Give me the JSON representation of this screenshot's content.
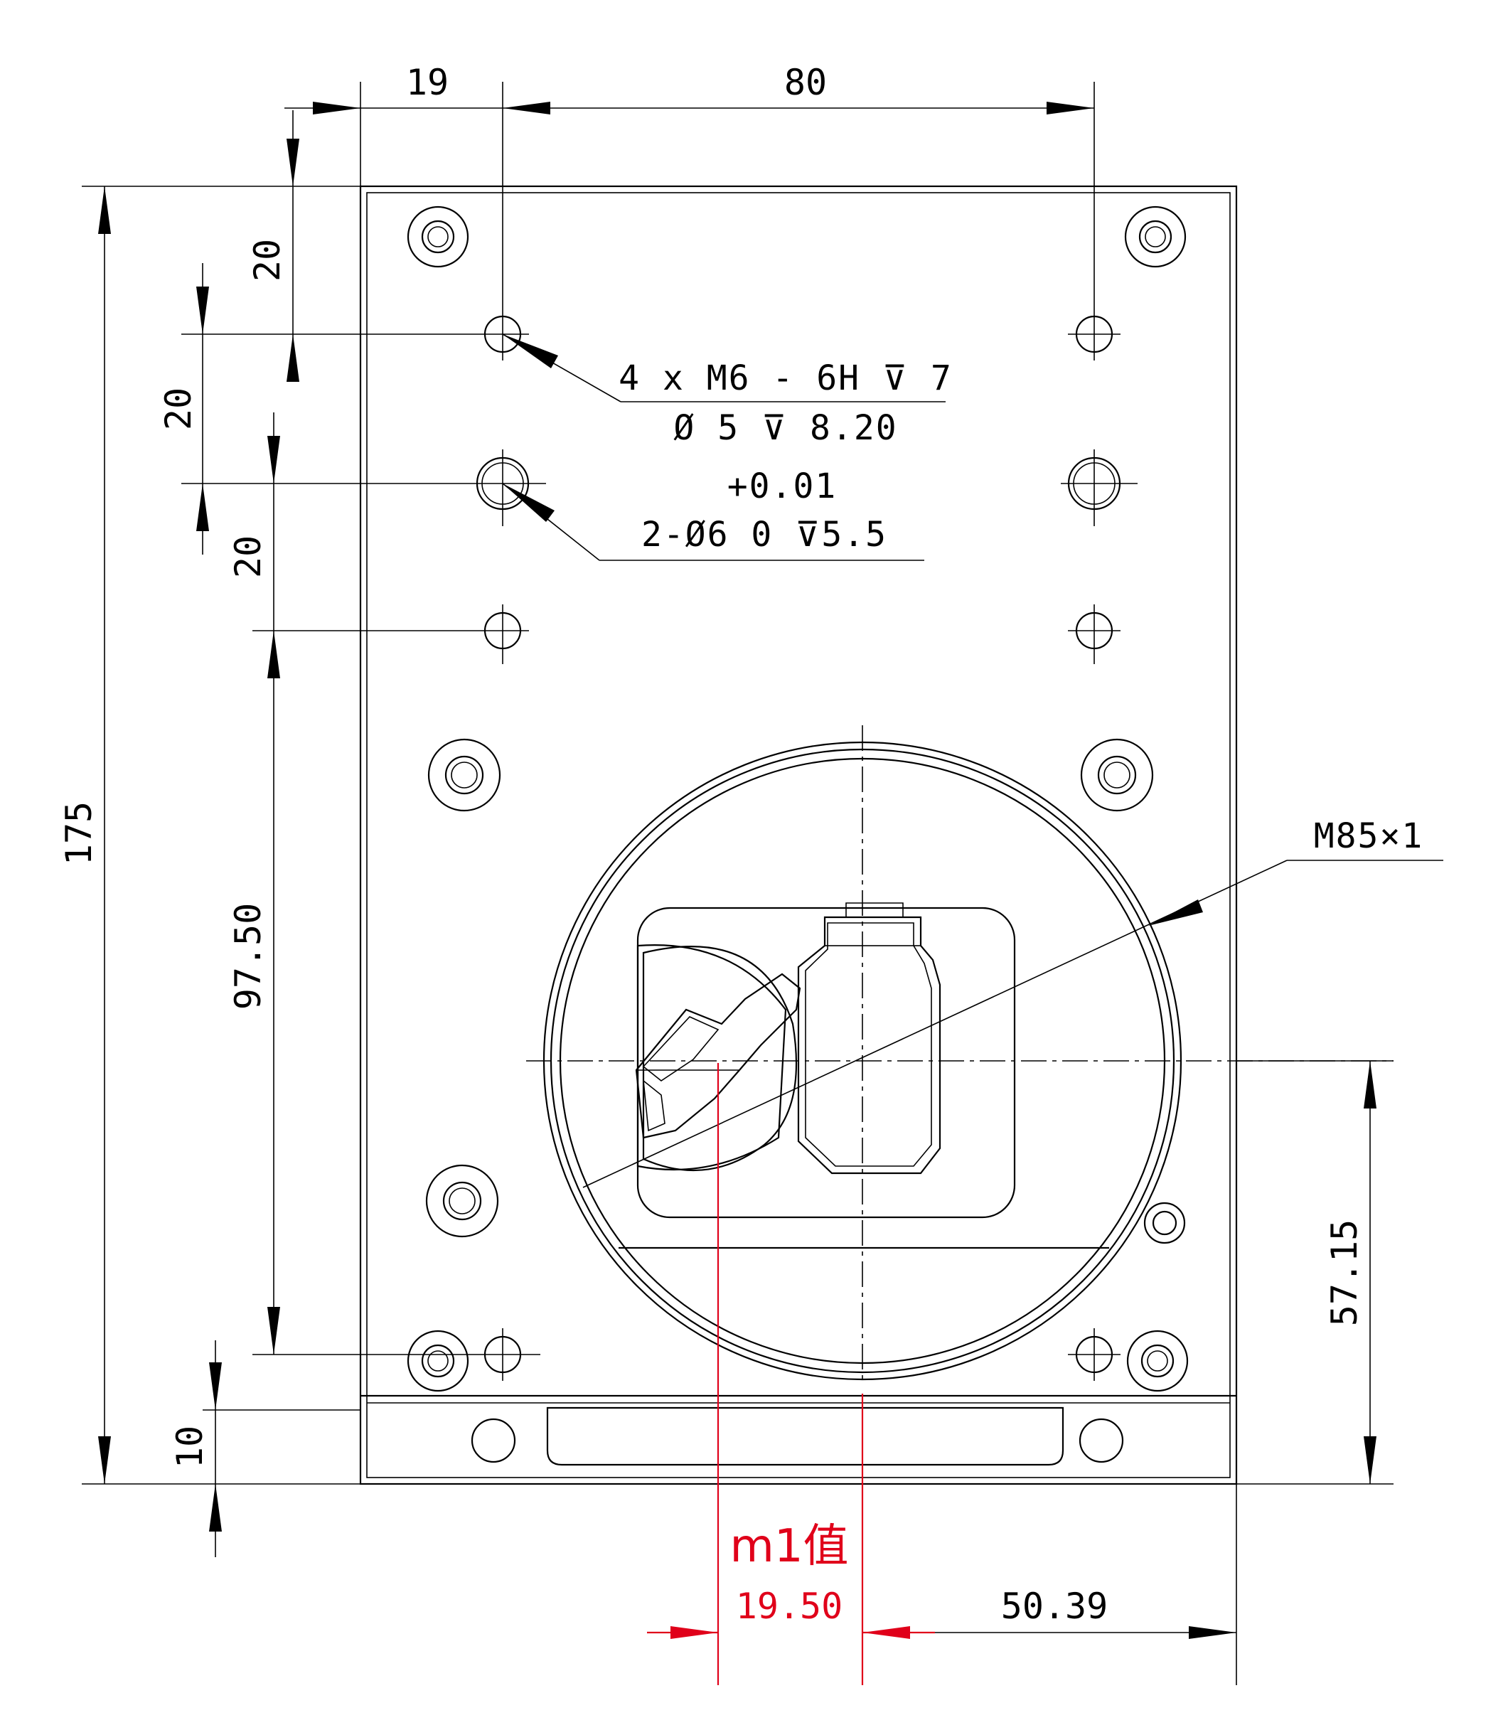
{
  "dimensions": {
    "top_left_offset": "19",
    "top_hole_spacing": "80",
    "height_total": "175",
    "upper_gap_1": "20",
    "upper_gap_2": "20",
    "upper_gap_3": "20",
    "left_hole_height": "97.50",
    "bottom_strip": "10",
    "center_height": "57.15",
    "right_offset": "50.39"
  },
  "callouts": {
    "tapped_hole_line1": "4 x  M6 - 6H ⊽ 7",
    "tapped_hole_line2": "Ø 5 ⊽ 8.20",
    "pin_hole_tolerance": "+0.01",
    "pin_hole_line": "2-Ø6  0  ⊽5.5",
    "thread": "M85×1"
  },
  "measurement": {
    "label": "m1值",
    "value": "19.50"
  },
  "colors": {
    "line": "#000000",
    "highlight": "#e0001a"
  }
}
